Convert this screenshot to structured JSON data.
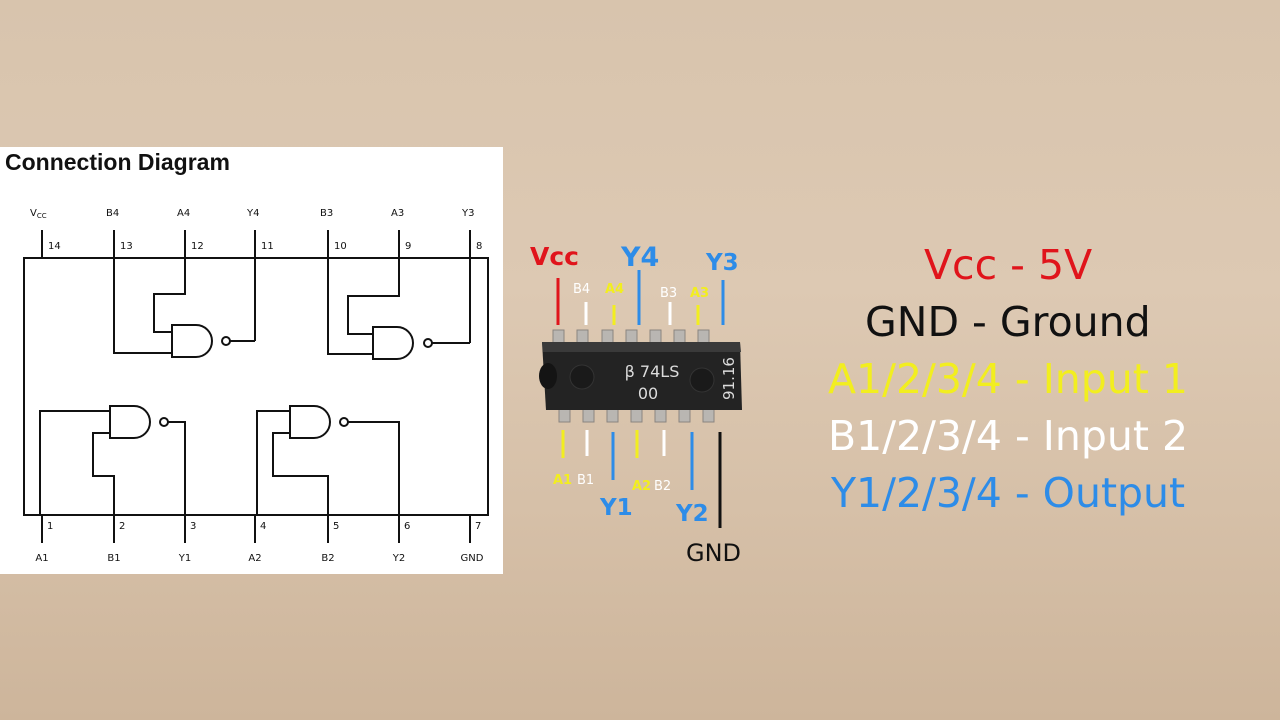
{
  "diagram": {
    "title": "Connection Diagram",
    "top_pins": [
      {
        "label": "V",
        "sub": "CC",
        "number": "14"
      },
      {
        "label": "B4",
        "number": "13"
      },
      {
        "label": "A4",
        "number": "12"
      },
      {
        "label": "Y4",
        "number": "11"
      },
      {
        "label": "B3",
        "number": "10"
      },
      {
        "label": "A3",
        "number": "9"
      },
      {
        "label": "Y3",
        "number": "8"
      }
    ],
    "bottom_pins": [
      {
        "label": "A1",
        "number": "1"
      },
      {
        "label": "B1",
        "number": "2"
      },
      {
        "label": "Y1",
        "number": "3"
      },
      {
        "label": "A2",
        "number": "4"
      },
      {
        "label": "B2",
        "number": "5"
      },
      {
        "label": "Y2",
        "number": "6"
      },
      {
        "label": "GND",
        "number": "7"
      }
    ]
  },
  "chip": {
    "marking_line1": "β 74LS",
    "marking_line2": "00",
    "date_code": "91.16"
  },
  "chip_labels": {
    "vcc": "Vcc",
    "y4": "Y4",
    "y3": "Y3",
    "b4": "B4",
    "a4": "A4",
    "b3": "B3",
    "a3": "A3",
    "a1": "A1",
    "b1": "B1",
    "y1": "Y1",
    "a2": "A2",
    "b2": "B2",
    "y2": "Y2",
    "gnd": "GND"
  },
  "legend": [
    {
      "text": "Vcc - 5V",
      "color": "#e0141b"
    },
    {
      "text": "GND - Ground",
      "color": "#111111"
    },
    {
      "text": "A1/2/3/4 - Input 1",
      "color": "#f2ee1f"
    },
    {
      "text": "B1/2/3/4 - Input 2",
      "color": "#ffffff"
    },
    {
      "text": "Y1/2/3/4 - Output",
      "color": "#2d8ce8"
    }
  ],
  "colors": {
    "vcc": "#e0141b",
    "input1": "#f2ee1f",
    "input2": "#ffffff",
    "output": "#2d8ce8",
    "ground": "#111111"
  }
}
